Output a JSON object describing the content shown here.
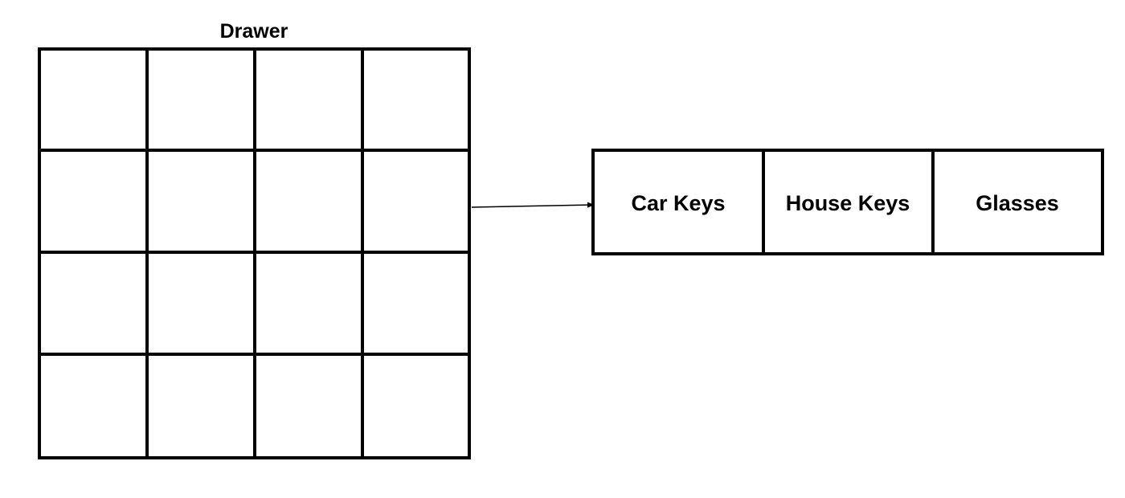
{
  "diagram": {
    "drawer": {
      "title": "Drawer",
      "rows": 4,
      "columns": 4,
      "expanded_cell": {
        "row": 2,
        "column": 4
      }
    },
    "items": [
      {
        "label": "Car Keys"
      },
      {
        "label": "House Keys"
      },
      {
        "label": "Glasses"
      }
    ]
  }
}
